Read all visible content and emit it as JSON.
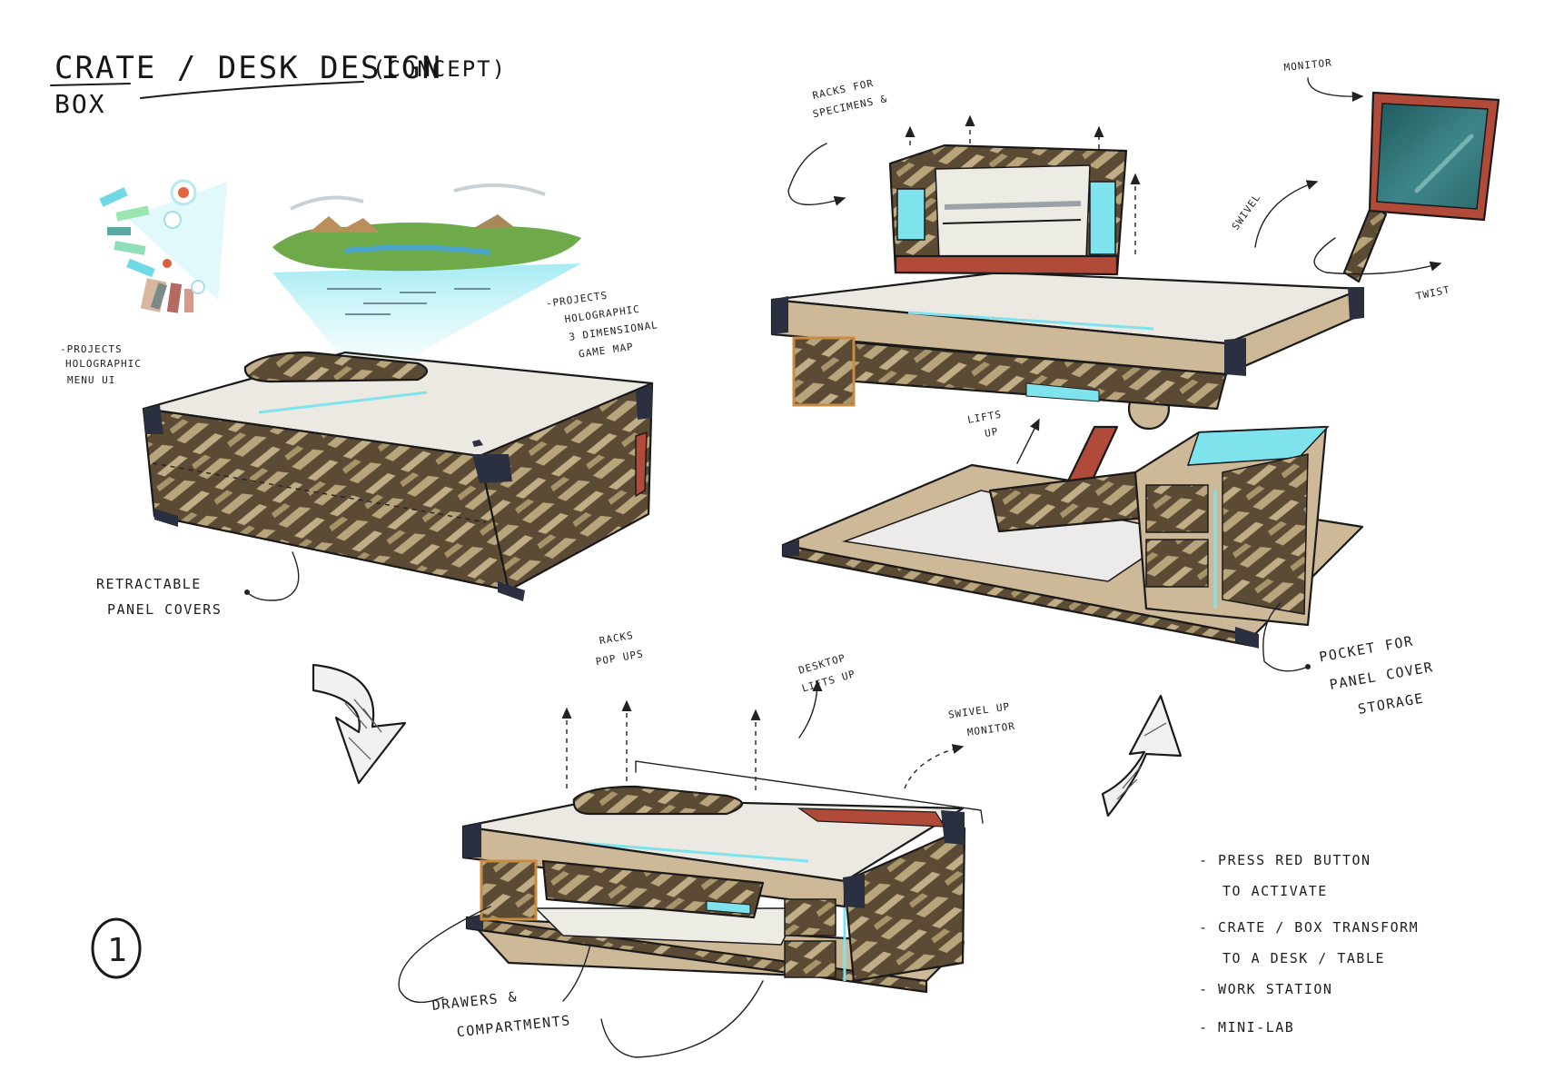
{
  "title": {
    "main": "CRATE / DESK DESIGN",
    "sub": "BOX",
    "qualifier": "(CONCEPT)"
  },
  "annotations": {
    "holo_menu": [
      "-PROJECTS",
      "HOLOGRAPHIC",
      "MENU UI"
    ],
    "holo_map": [
      "-PROJECTS",
      "HOLOGRAPHIC",
      "3 DIMENSIONAL",
      "GAME MAP"
    ],
    "panel_covers": [
      "RETRACTABLE",
      "PANEL COVERS"
    ],
    "racks_specimens": [
      "RACKS FOR",
      "SPECIMENS &"
    ],
    "monitor": "MONITOR",
    "swivel": "SWIVEL",
    "twist": "TWIST",
    "lifts_up": [
      "LIFTS",
      "UP"
    ],
    "pocket": [
      "POCKET FOR",
      "PANEL COVER",
      "STORAGE"
    ],
    "racks_pop": [
      "RACKS",
      "POP UPS"
    ],
    "desktop_lifts": [
      "DESKTOP",
      "LIFTS UP"
    ],
    "swivel_monitor": [
      "SWIVEL UP",
      "MONITOR"
    ],
    "drawers": [
      "DRAWERS &",
      "COMPARTMENTS"
    ]
  },
  "step_number": "1",
  "notes": [
    "- PRESS RED BUTTON",
    "TO ACTIVATE",
    "- CRATE / BOX TRANSFORM",
    "TO A DESK / TABLE",
    "- WORK STATION",
    "- MINI-LAB"
  ],
  "colors": {
    "camo_dark": "#5b4a34",
    "camo_light": "#b9a57c",
    "panel_white": "#ece9e2",
    "frame_tan": "#cdb898",
    "corner_navy": "#2a3040",
    "cyan_light": "#7fe3ee",
    "accent_red": "#b24a3a",
    "accent_orange": "#c98b42",
    "monitor_screen": "#3d7f82"
  }
}
